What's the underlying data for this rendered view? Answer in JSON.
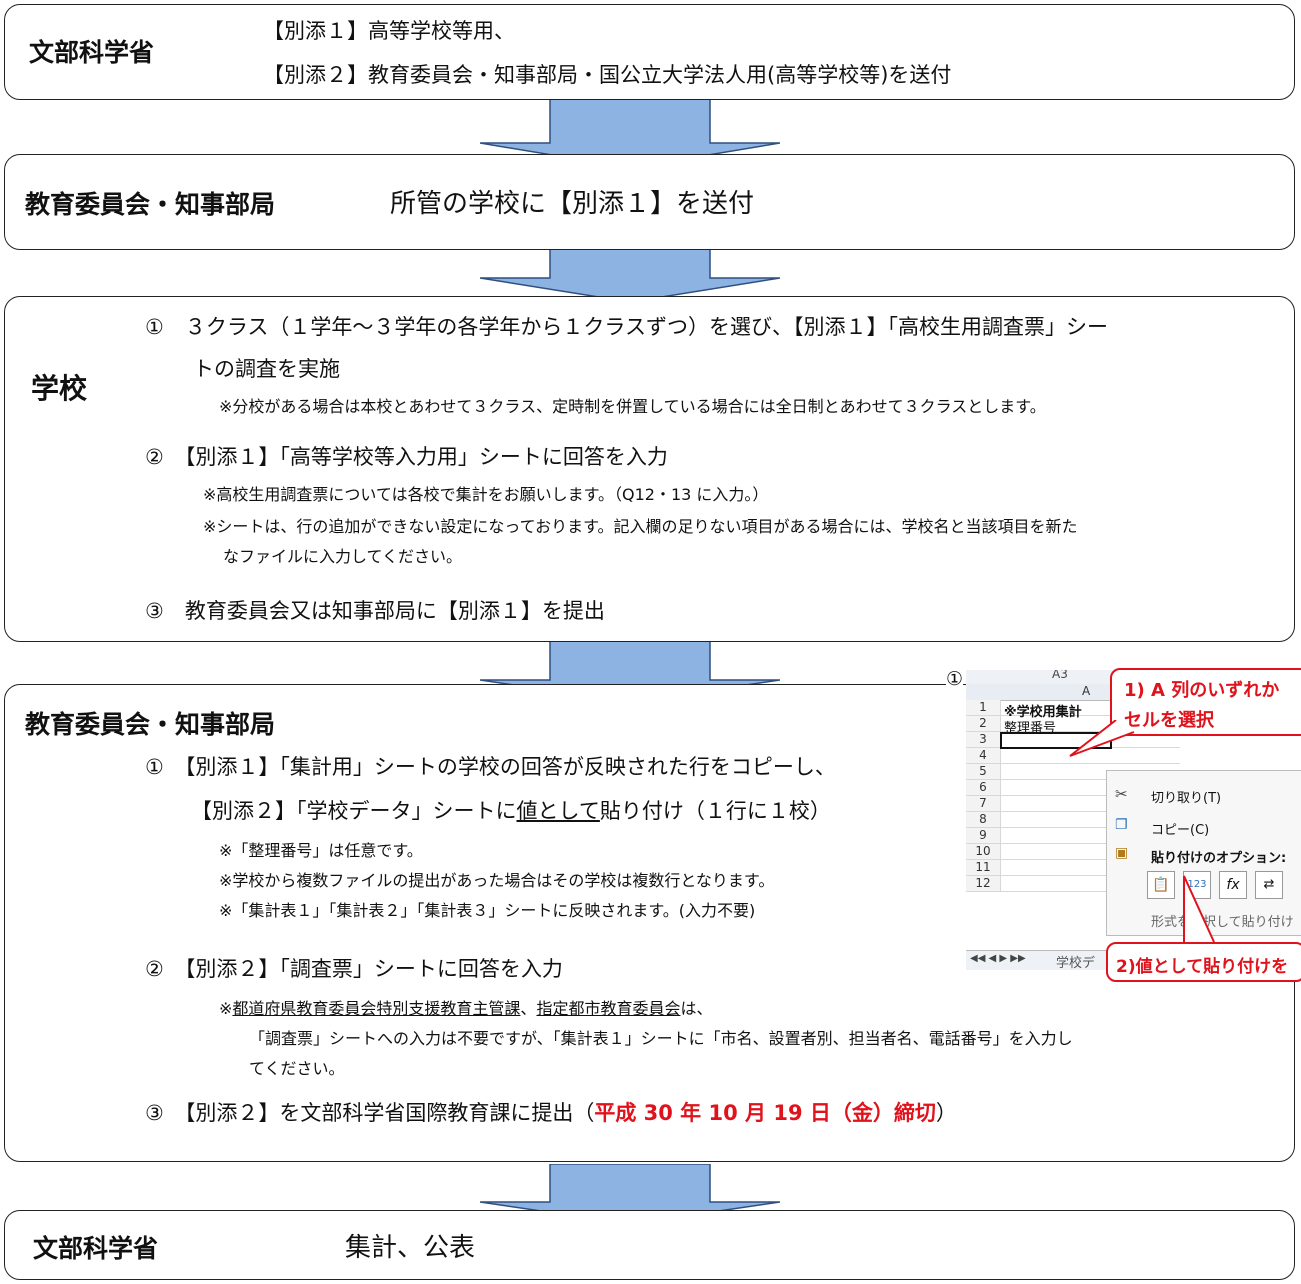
{
  "box1": {
    "title": "文部科学省",
    "line1": "【別添１】高等学校等用、",
    "line2": "【別添２】教育委員会・知事部局・国公立大学法人用(高等学校等)を送付"
  },
  "box2": {
    "title": "教育委員会・知事部局",
    "text": "所管の学校に【別添１】を送付"
  },
  "box3": {
    "title": "学校",
    "s1_l1": "①　３クラス（１学年～３学年の各学年から１クラスずつ）を選び、【別添１】「高校生用調査票」シー",
    "s1_l2": "トの調査を実施",
    "s1_note": "※分校がある場合は本校とあわせて３クラス、定時制を併置している場合には全日制とあわせて３クラスとします。",
    "s2": "②　【別添１】「高等学校等入力用」シートに回答を入力",
    "s2_note1": "※高校生用調査票については各校で集計をお願いします。（Q12・13 に入力。）",
    "s2_note2a": "※シートは、行の追加ができない設定になっております。記入欄の足りない項目がある場合には、学校名と当該項目を新た",
    "s2_note2b": "なファイルに入力してください。",
    "s3": "③　教育委員会又は知事部局に【別添１】を提出"
  },
  "box4": {
    "title": "教育委員会・知事部局",
    "s1_l1": "①　【別添１】「集計用」シートの学校の回答が反映された行をコピーし、",
    "s1_l2a": "【別添２】「学校データ」シートに",
    "s1_l2u": "値として",
    "s1_l2b": "貼り付け（１行に１校）",
    "s1_n1": "※「整理番号」は任意です。",
    "s1_n2": "※学校から複数ファイルの提出があった場合はその学校は複数行となります。",
    "s1_n3": "※「集計表１」「集計表２」「集計表３」シートに反映されます。(入力不要)",
    "s2": "②　【別添２】「調査票」シートに回答を入力",
    "s2_n_pre": "※",
    "s2_n_u1": "都道府県教育委員会特別支援教育主管課",
    "s2_n_mid": "、",
    "s2_n_u2": "指定都市教育委員会",
    "s2_n_post": "は、",
    "s2_n_l2": "「調査票」シートへの入力は不要ですが、「集計表１」シートに「市名、設置者別、担当者名、電話番号」を入力し",
    "s2_n_l3": "てください。",
    "s3_pre": "③　【別添２】を文部科学省国際教育課に提出（",
    "s3_red": "平成 30 年 10 月 19 日（金）締切",
    "s3_post": "）"
  },
  "box5": {
    "title": "文部科学省",
    "text": "集計、公表"
  },
  "excel": {
    "circle": "①",
    "namebox": "A3",
    "col": "A",
    "rows": [
      "1",
      "2",
      "3",
      "4",
      "5",
      "6",
      "7",
      "8",
      "9",
      "10",
      "11",
      "12"
    ],
    "r1": "※学校用集計",
    "r2": "整理番号",
    "menu_cut": "切り取り(T)",
    "menu_copy": "コピー(C)",
    "menu_paste_opts": "貼り付けのオプション:",
    "menu_special": "形式を選択して貼り付け",
    "sheet_tab": "学校デ",
    "callout1_l1": "1) A 列のいずれか",
    "callout1_l2": "セルを選択",
    "callout2": "2)値として貼り付けを"
  }
}
